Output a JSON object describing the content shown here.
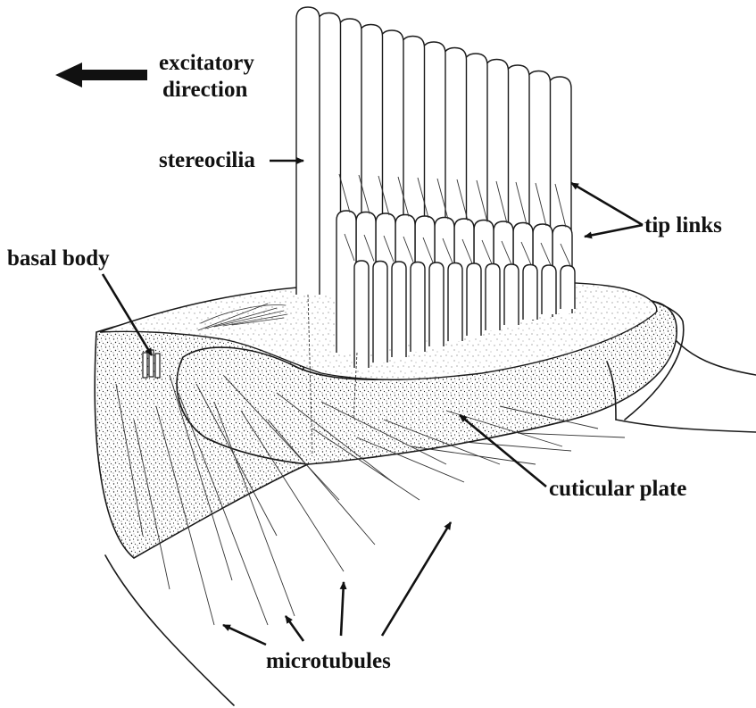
{
  "labels": {
    "excitatory_line1": "excitatory",
    "excitatory_line2": "direction",
    "stereocilia": "stereocilia",
    "tip_links": "tip links",
    "basal_body": "basal body",
    "cuticular_plate": "cuticular plate",
    "microtubules": "microtubules"
  },
  "colors": {
    "ink": "#1a1a1a",
    "background": "#ffffff"
  }
}
